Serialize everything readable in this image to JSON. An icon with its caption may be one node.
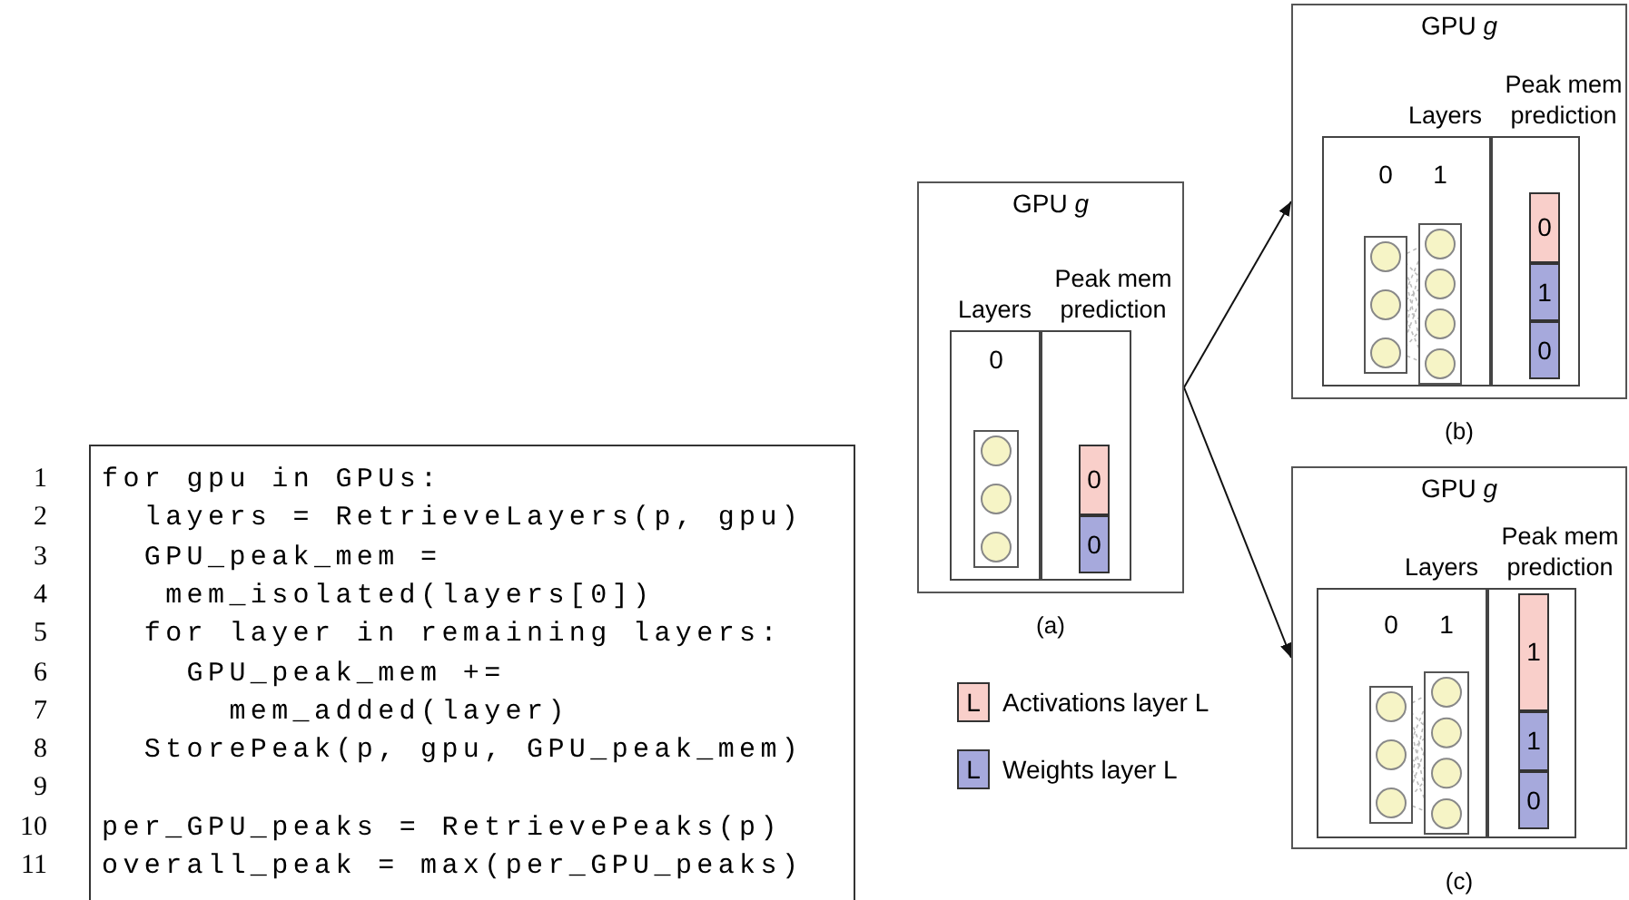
{
  "diagram": {
    "nodes": [
      {
        "text": [
          "for gpu in GPUs:",
          "layers = RetrieveLayers(p, gpu)",
          "GPU_peak_mem =",
          "mem_isolated(layers[0])",
          "for layer in remaining layers:",
          "GPU_peak_mem +=",
          "mem_added(layer)",
          "StorePeak(p, gpu, GPU_peak_mem)",
          "per_GPU_peaks = RetrievePeaks(p)",
          "overall_peak = max(per_GPU_peaks)"
        ]
      },
      {
        "text": [
          "GPU *g*"
        ],
        "beside": [
          "(a)"
        ]
      },
      {
        "text": [
          "Layers"
        ],
        "in": 1
      },
      {
        "text": [
          "0"
        ],
        "in": 2
      },
      {
        "text": [
          "Peak mem prediction"
        ],
        "in": 1
      },
      {
        "text": [
          "0"
        ],
        "in": 4
      },
      {
        "text": [
          "0"
        ],
        "in": 4
      },
      {
        "text": [
          "GPU *g*"
        ],
        "beside": [
          "(b)"
        ]
      },
      {
        "text": [
          "Layers"
        ],
        "in": 7
      },
      {
        "text": [
          "0"
        ],
        "in": 8
      },
      {
        "text": [
          "1"
        ],
        "in": 8
      },
      {
        "text": [
          "Peak mem prediction"
        ],
        "in": 7
      },
      {
        "text": [
          "0"
        ],
        "in": 11
      },
      {
        "text": [
          "1"
        ],
        "in": 11
      },
      {
        "text": [
          "0"
        ],
        "in": 11
      },
      {
        "text": [
          "GPU *g*"
        ],
        "beside": [
          "(c)"
        ]
      },
      {
        "text": [
          "Layers"
        ],
        "in": 15
      },
      {
        "text": [
          "0"
        ],
        "in": 16
      },
      {
        "text": [
          "1"
        ],
        "in": 16
      },
      {
        "text": [
          "Peak mem prediction"
        ],
        "in": 15
      },
      {
        "text": [
          "1"
        ],
        "in": 19
      },
      {
        "text": [
          "1"
        ],
        "in": 19
      },
      {
        "text": [
          "0"
        ],
        "in": 19
      }
    ],
    "edges": [
      {
        "from": 1,
        "to": 7,
        "arrow": "to"
      },
      {
        "from": 1,
        "to": 15,
        "arrow": "to"
      }
    ],
    "labels": [
      "1",
      "2",
      "3",
      "4",
      "5",
      "6",
      "7",
      "8",
      "9",
      "10",
      "11",
      "L",
      "L"
    ],
    "legend": [
      {
        "text": "Activations layer L",
        "color": "#f9cfca"
      },
      {
        "text": "Weights layer L",
        "color": "#a6a9dc"
      }
    ]
  }
}
